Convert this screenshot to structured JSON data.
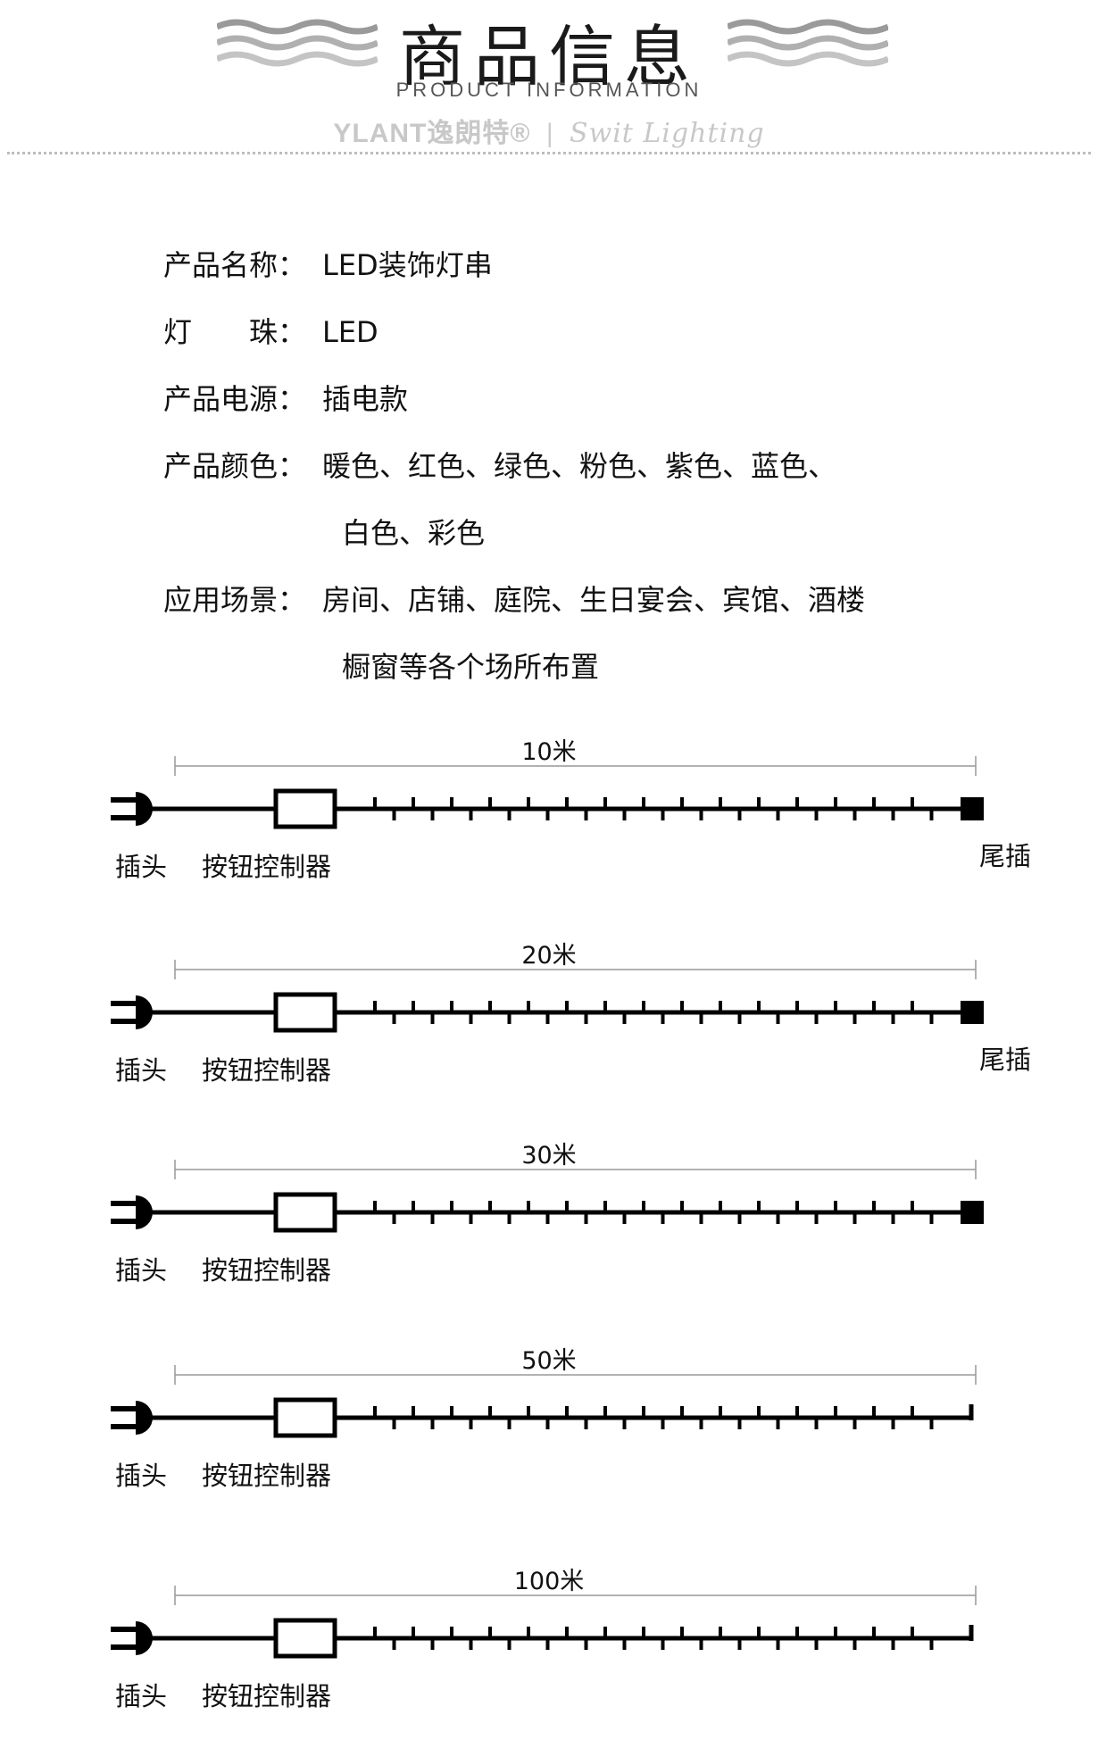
{
  "header": {
    "title": "商品信息",
    "subtitle": "PRODUCT INFORMATION",
    "brand": "YLANT逸朗特®",
    "brand_divider": "|",
    "brand_script": "Swit Lighting"
  },
  "info": {
    "name": {
      "label": "产品名称：",
      "value": "LED装饰灯串"
    },
    "bead": {
      "label": "灯　　珠：",
      "value": "LED"
    },
    "power": {
      "label": "产品电源：",
      "value": "插电款"
    },
    "colors": {
      "label": "产品颜色：",
      "value": "暖色、红色、绿色、粉色、紫色、蓝色、",
      "value2": "白色、彩色"
    },
    "usage": {
      "label": "应用场景：",
      "value": "房间、店铺、庭院、生日宴会、宾馆、酒楼",
      "value2": "橱窗等各个场所布置"
    }
  },
  "diagrams": [
    {
      "length": "10米",
      "plug": "插头",
      "controller": "按钮控制器",
      "tail": "尾插"
    },
    {
      "length": "20米",
      "plug": "插头",
      "controller": "按钮控制器",
      "tail": "尾插"
    },
    {
      "length": "30米",
      "plug": "插头",
      "controller": "按钮控制器",
      "tail": ""
    },
    {
      "length": "50米",
      "plug": "插头",
      "controller": "按钮控制器",
      "tail": ""
    },
    {
      "length": "100米",
      "plug": "插头",
      "controller": "按钮控制器",
      "tail": ""
    }
  ]
}
